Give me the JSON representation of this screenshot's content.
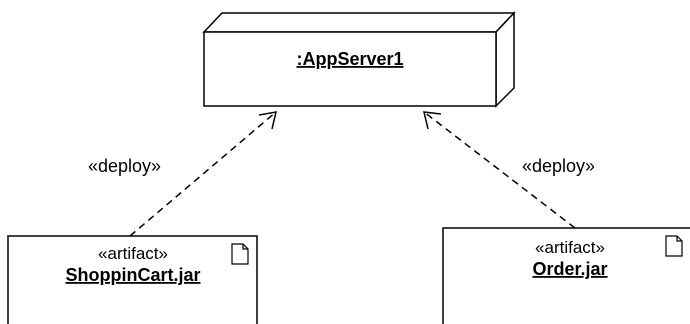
{
  "diagram": {
    "node": {
      "name": ":AppServer1"
    },
    "artifacts": [
      {
        "stereotype": "«artifact»",
        "name": "ShoppinCart.jar",
        "icon": "document-icon"
      },
      {
        "stereotype": "«artifact»",
        "name": "Order.jar",
        "icon": "document-icon"
      }
    ],
    "dependencies": [
      {
        "stereotype": "«deploy»",
        "from": "ShoppinCart.jar",
        "to": ":AppServer1"
      },
      {
        "stereotype": "«deploy»",
        "from": "Order.jar",
        "to": ":AppServer1"
      }
    ]
  }
}
